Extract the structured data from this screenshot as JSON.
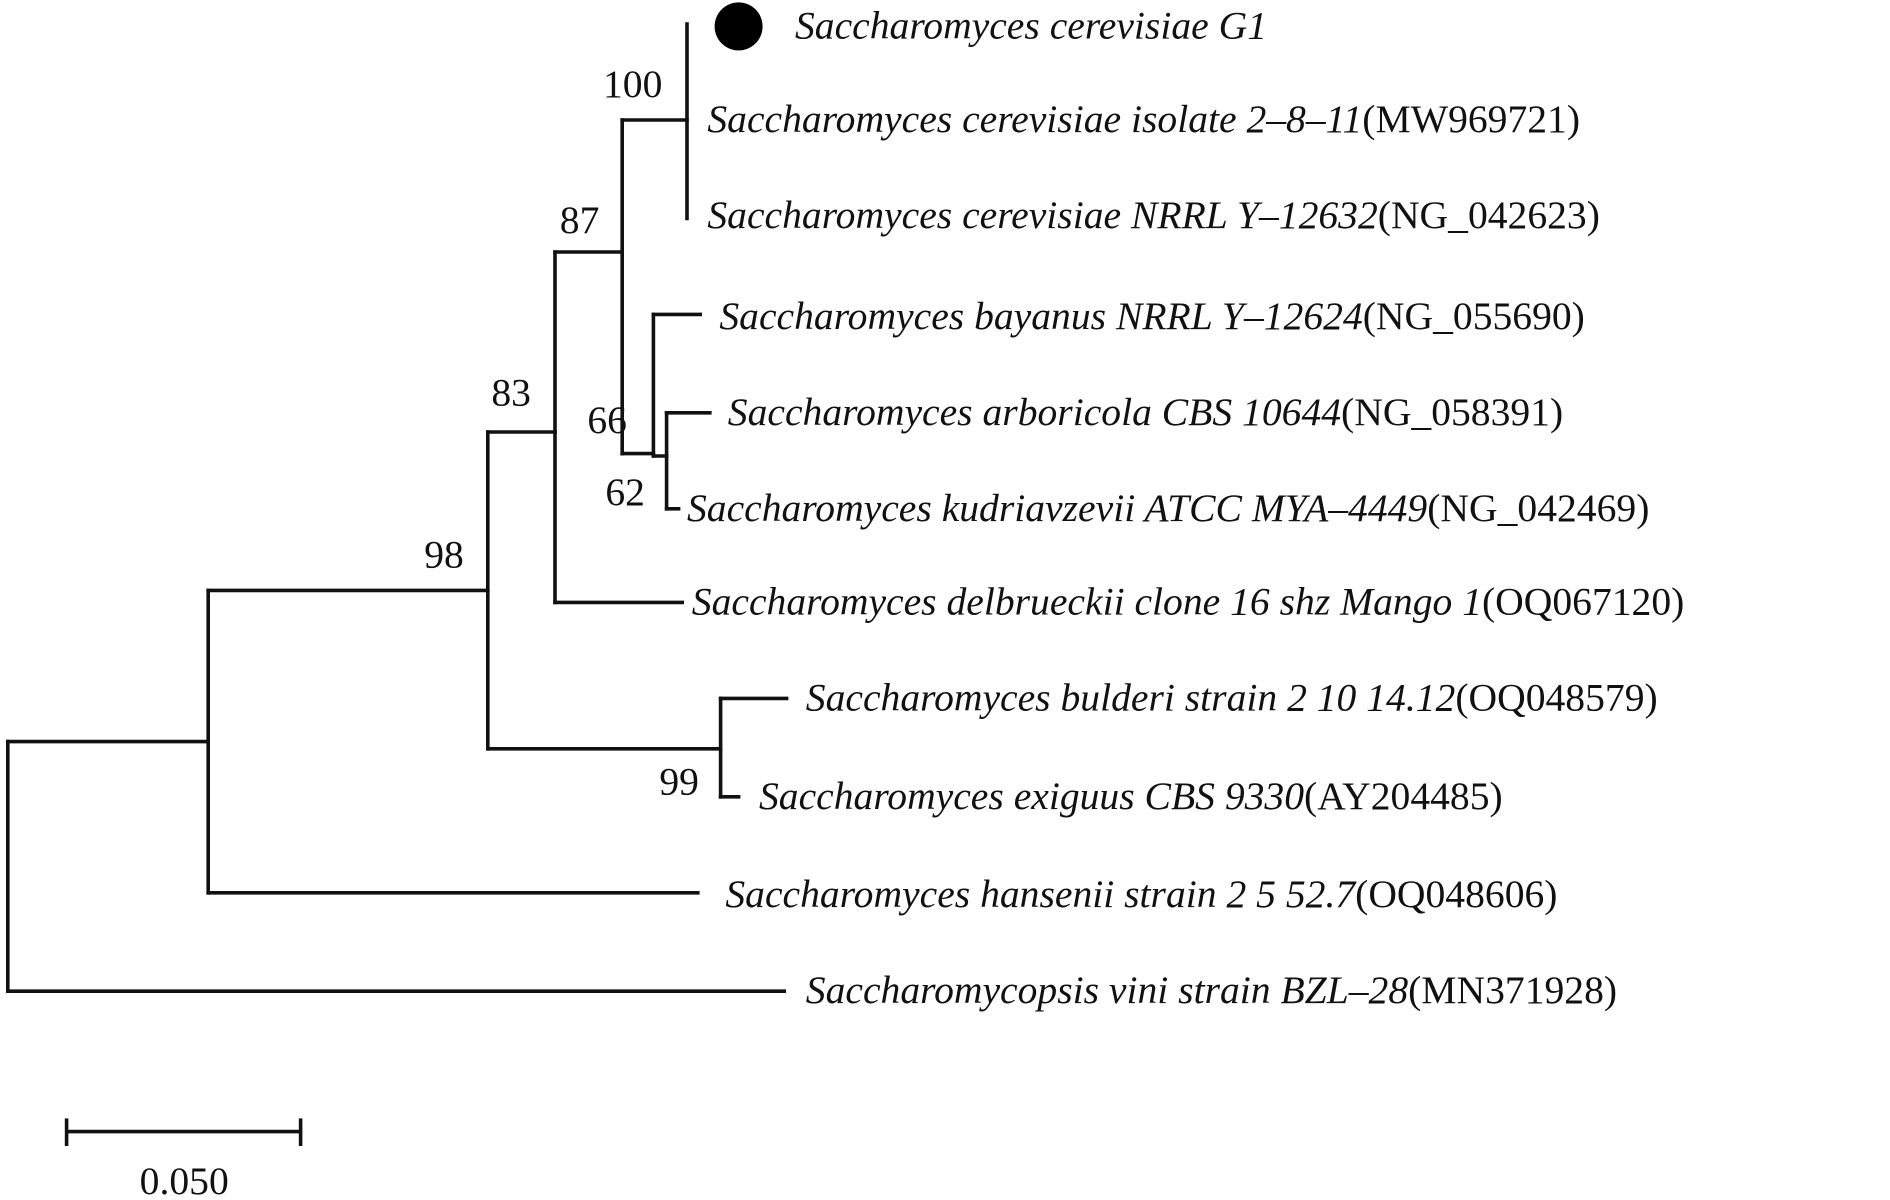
{
  "taxa": [
    {
      "id": "g1",
      "name": "Saccharomyces cerevisiae G1",
      "accession": "",
      "marked": true
    },
    {
      "id": "mw969721",
      "name": "Saccharomyces cerevisiae isolate 2–8–11",
      "accession": "(MW969721)"
    },
    {
      "id": "ng042623",
      "name": "Saccharomyces cerevisiae NRRL Y–12632",
      "accession": "(NG_042623)"
    },
    {
      "id": "ng055690",
      "name": "Saccharomyces bayanus NRRL Y–12624",
      "accession": "(NG_055690)"
    },
    {
      "id": "ng058391",
      "name": "Saccharomyces arboricola CBS 10644",
      "accession": "(NG_058391)"
    },
    {
      "id": "ng042469",
      "name": "Saccharomyces kudriavzevii ATCC MYA–4449",
      "accession": "(NG_042469)"
    },
    {
      "id": "oq067120",
      "name": "Saccharomyces delbrueckii clone 16 shz Mango 1",
      "accession": "(OQ067120)"
    },
    {
      "id": "oq048579",
      "name": "Saccharomyces bulderi strain 2 10 14.12",
      "accession": "(OQ048579)"
    },
    {
      "id": "ay204485",
      "name": "Saccharomyces exiguus CBS 9330",
      "accession": "(AY204485)"
    },
    {
      "id": "oq048606",
      "name": "Saccharomyces hansenii strain 2 5 52.7",
      "accession": "(OQ048606)"
    },
    {
      "id": "mn371928",
      "name": "Saccharomycopsis vini strain BZL–28",
      "accession": "(MN371928)"
    }
  ],
  "bootstrap": {
    "n100": "100",
    "n87": "87",
    "n83": "83",
    "n66": "66",
    "n62": "62",
    "n98": "98",
    "n99": "99"
  },
  "scale_bar": {
    "label": "0.050",
    "value": 0.05
  }
}
